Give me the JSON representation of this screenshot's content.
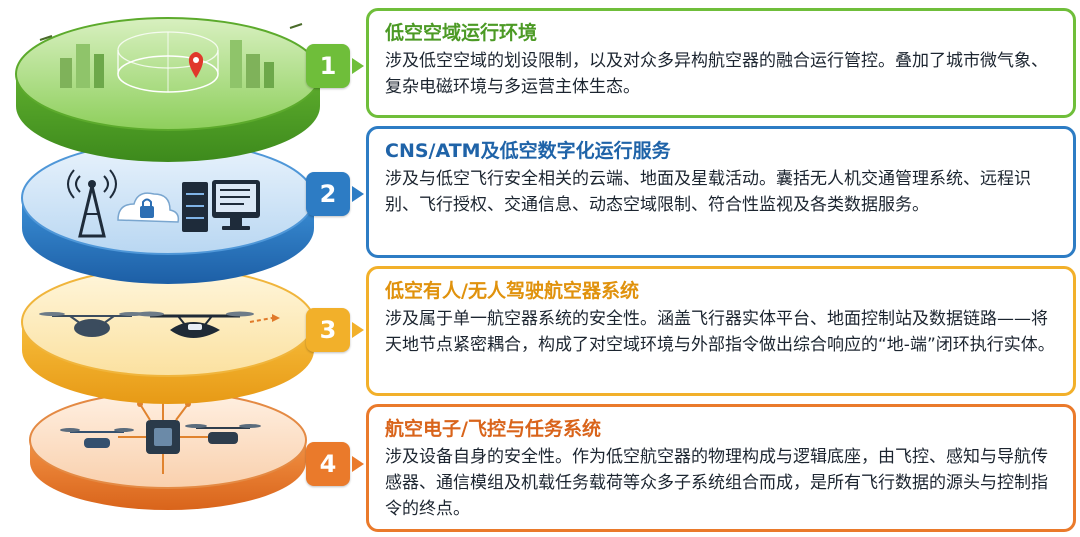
{
  "colors": {
    "layer1": "#6fbe3a",
    "layer2": "#2d7cc4",
    "layer3": "#f2b02a",
    "layer4": "#ea7a2b",
    "title1": "#4c9a25",
    "title2": "#1f63a8",
    "title3": "#e0920d",
    "title4": "#d9641b"
  },
  "layers": [
    {
      "number": "1",
      "title": "低空空域运行环境",
      "description": "涉及低空空域的划设限制，以及对众多异构航空器的融合运行管控。叠加了城市微气象、复杂电磁环境与多运营主体生态。"
    },
    {
      "number": "2",
      "title": "CNS/ATM及低空数字化运行服务",
      "description": "涉及与低空飞行安全相关的云端、地面及星载活动。囊括无人机交通管理系统、远程识别、飞行授权、交通信息、动态空域限制、符合性监视及各类数据服务。"
    },
    {
      "number": "3",
      "title": "低空有人/无人驾驶航空器系统",
      "description": "涉及属于单一航空器系统的安全性。涵盖飞行器实体平台、地面控制站及数据链路——将天地节点紧密耦合，构成了对空域环境与外部指令做出综合响应的“地-端”闭环执行实体。"
    },
    {
      "number": "4",
      "title": "航空电子/飞控与任务系统",
      "description": "涉及设备自身的安全性。作为低空航空器的物理构成与逻辑底座，由飞控、感知与导航传感器、通信模组及机载任务载荷等众多子系统组合而成，是所有飞行数据的源头与控制指令的终点。"
    }
  ]
}
